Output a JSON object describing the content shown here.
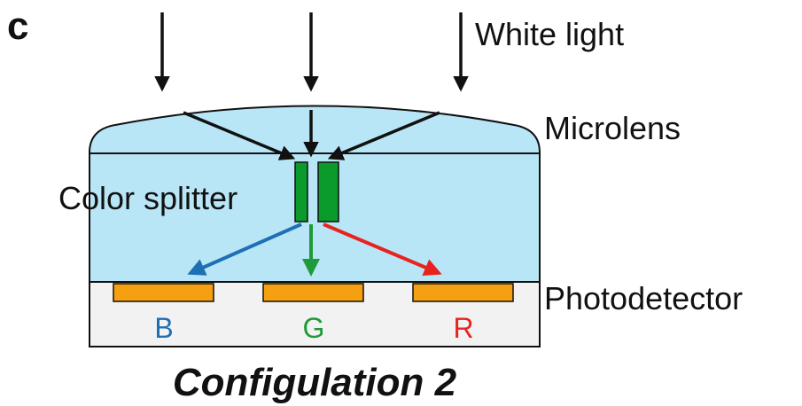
{
  "panel_label": "c",
  "labels": {
    "white_light": "White light",
    "microlens": "Microlens",
    "color_splitter": "Color splitter",
    "photodetector": "Photodetector",
    "caption": "Configulation 2"
  },
  "channels": [
    {
      "label": "B",
      "color": "#1f6fb5"
    },
    {
      "label": "G",
      "color": "#1f9a3a"
    },
    {
      "label": "R",
      "color": "#e8231f"
    }
  ],
  "colors": {
    "lens_fill": "#b9e6f7",
    "detector_fill": "#f5a010",
    "substrate_fill": "#f2f2f2",
    "splitter_fill": "#0b9a2c",
    "arrow_color": "#111111"
  }
}
